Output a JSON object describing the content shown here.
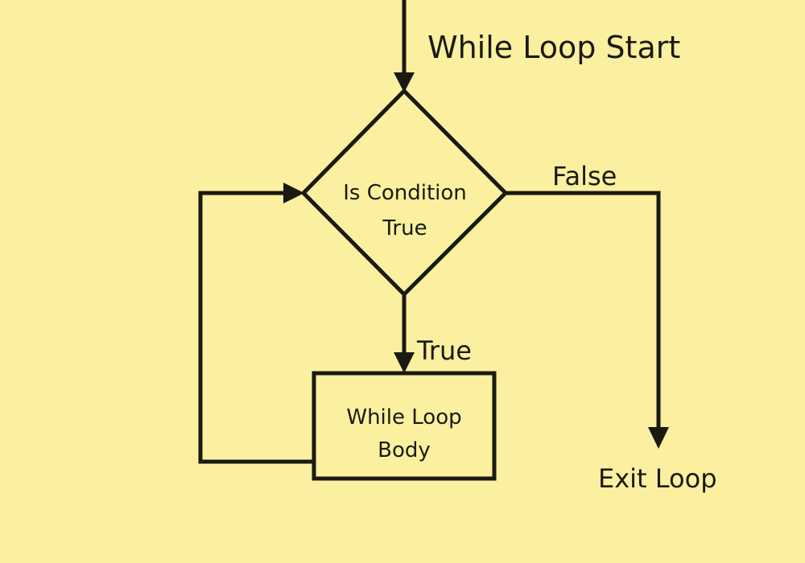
{
  "diagram": {
    "title_label": "While Loop Start",
    "background_color": "#faf0a0",
    "stroke_color": "#1a1a12",
    "type": "flowchart",
    "nodes": [
      {
        "id": "decision",
        "shape": "diamond",
        "line1": "Is Condition",
        "line2": "True"
      },
      {
        "id": "body",
        "shape": "rectangle",
        "line1": "While Loop",
        "line2": "Body"
      }
    ],
    "edges": [
      {
        "id": "entry",
        "label": "While Loop Start",
        "from": "start",
        "to": "decision"
      },
      {
        "id": "false-branch",
        "label": "False",
        "from": "decision",
        "to": "exit"
      },
      {
        "id": "true-branch",
        "label": "True",
        "from": "decision",
        "to": "body"
      },
      {
        "id": "loop-back",
        "label": "",
        "from": "body",
        "to": "decision"
      }
    ],
    "terminal_label": "Exit Loop",
    "branch_true_label": "True",
    "branch_false_label": "False"
  }
}
